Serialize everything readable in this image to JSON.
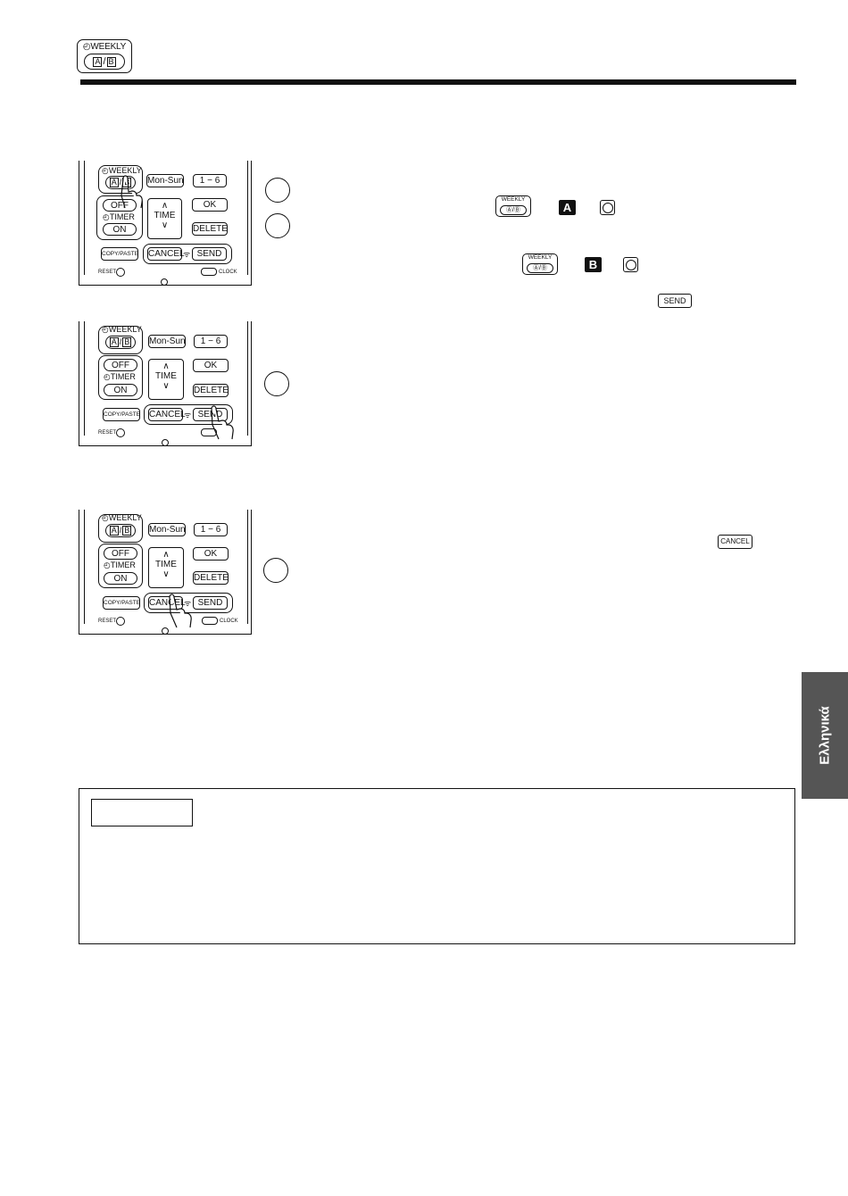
{
  "header": {
    "key_top": "WEEKLY",
    "key_a": "A",
    "key_slash": "/",
    "key_b": "B"
  },
  "remote": {
    "weekly": "WEEKLY",
    "ab_a": "A",
    "ab_slash": "/",
    "ab_b": "B",
    "mon_sun": "Mon-Sun",
    "one_six": "1 − 6",
    "off": "OFF",
    "timer": "TIMER",
    "on": "ON",
    "time": "TIME",
    "ok": "OK",
    "delete": "DELETE",
    "copy_paste": "COPY/PASTE",
    "cancel": "CANCEL",
    "send": "SEND",
    "reset": "RESET",
    "clock": "CLOCK"
  },
  "inline": {
    "weekly": "WEEKLY",
    "ab": "Ⓐ/Ⓑ",
    "a_letter": "A",
    "b_letter": "B",
    "send": "SEND",
    "cancel": "CANCEL"
  },
  "side_tab": "Ελληνικά"
}
